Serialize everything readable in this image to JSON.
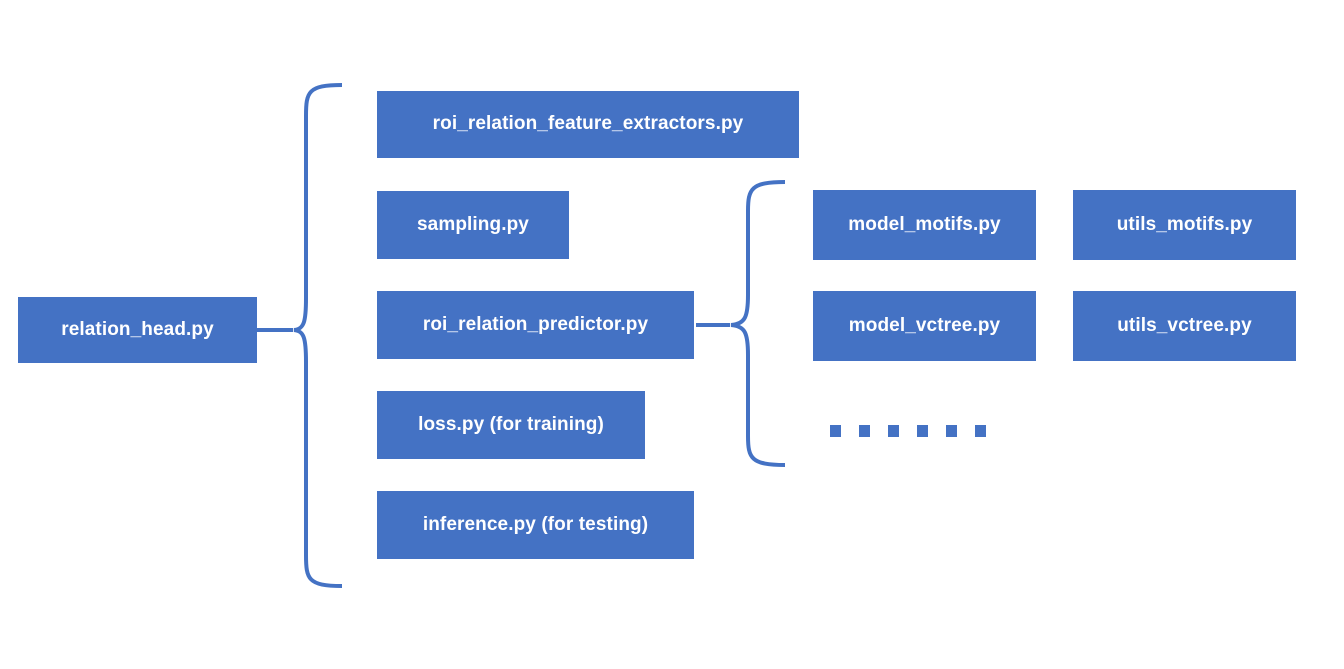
{
  "diagram": {
    "title": "relation_head.py module structure",
    "colors": {
      "box_fill": "#4472C4",
      "box_text": "#FFFFFF",
      "brace_stroke": "#4472C4",
      "background": "#FFFFFF"
    },
    "root": {
      "label": "relation_head.py"
    },
    "level1": {
      "items": [
        {
          "label": "roi_relation_feature_extractors.py"
        },
        {
          "label": "sampling.py"
        },
        {
          "label": "roi_relation_predictor.py"
        },
        {
          "label": "loss.py (for training)"
        },
        {
          "label": "inference.py (for testing)"
        }
      ]
    },
    "level2": {
      "items": [
        {
          "label": "model_motifs.py"
        },
        {
          "label": "utils_motifs.py"
        },
        {
          "label": "model_vctree.py"
        },
        {
          "label": "utils_vctree.py"
        }
      ],
      "ellipsis_dot_count": 6
    },
    "braces": [
      {
        "name": "root-brace"
      },
      {
        "name": "predictor-brace"
      }
    ]
  }
}
